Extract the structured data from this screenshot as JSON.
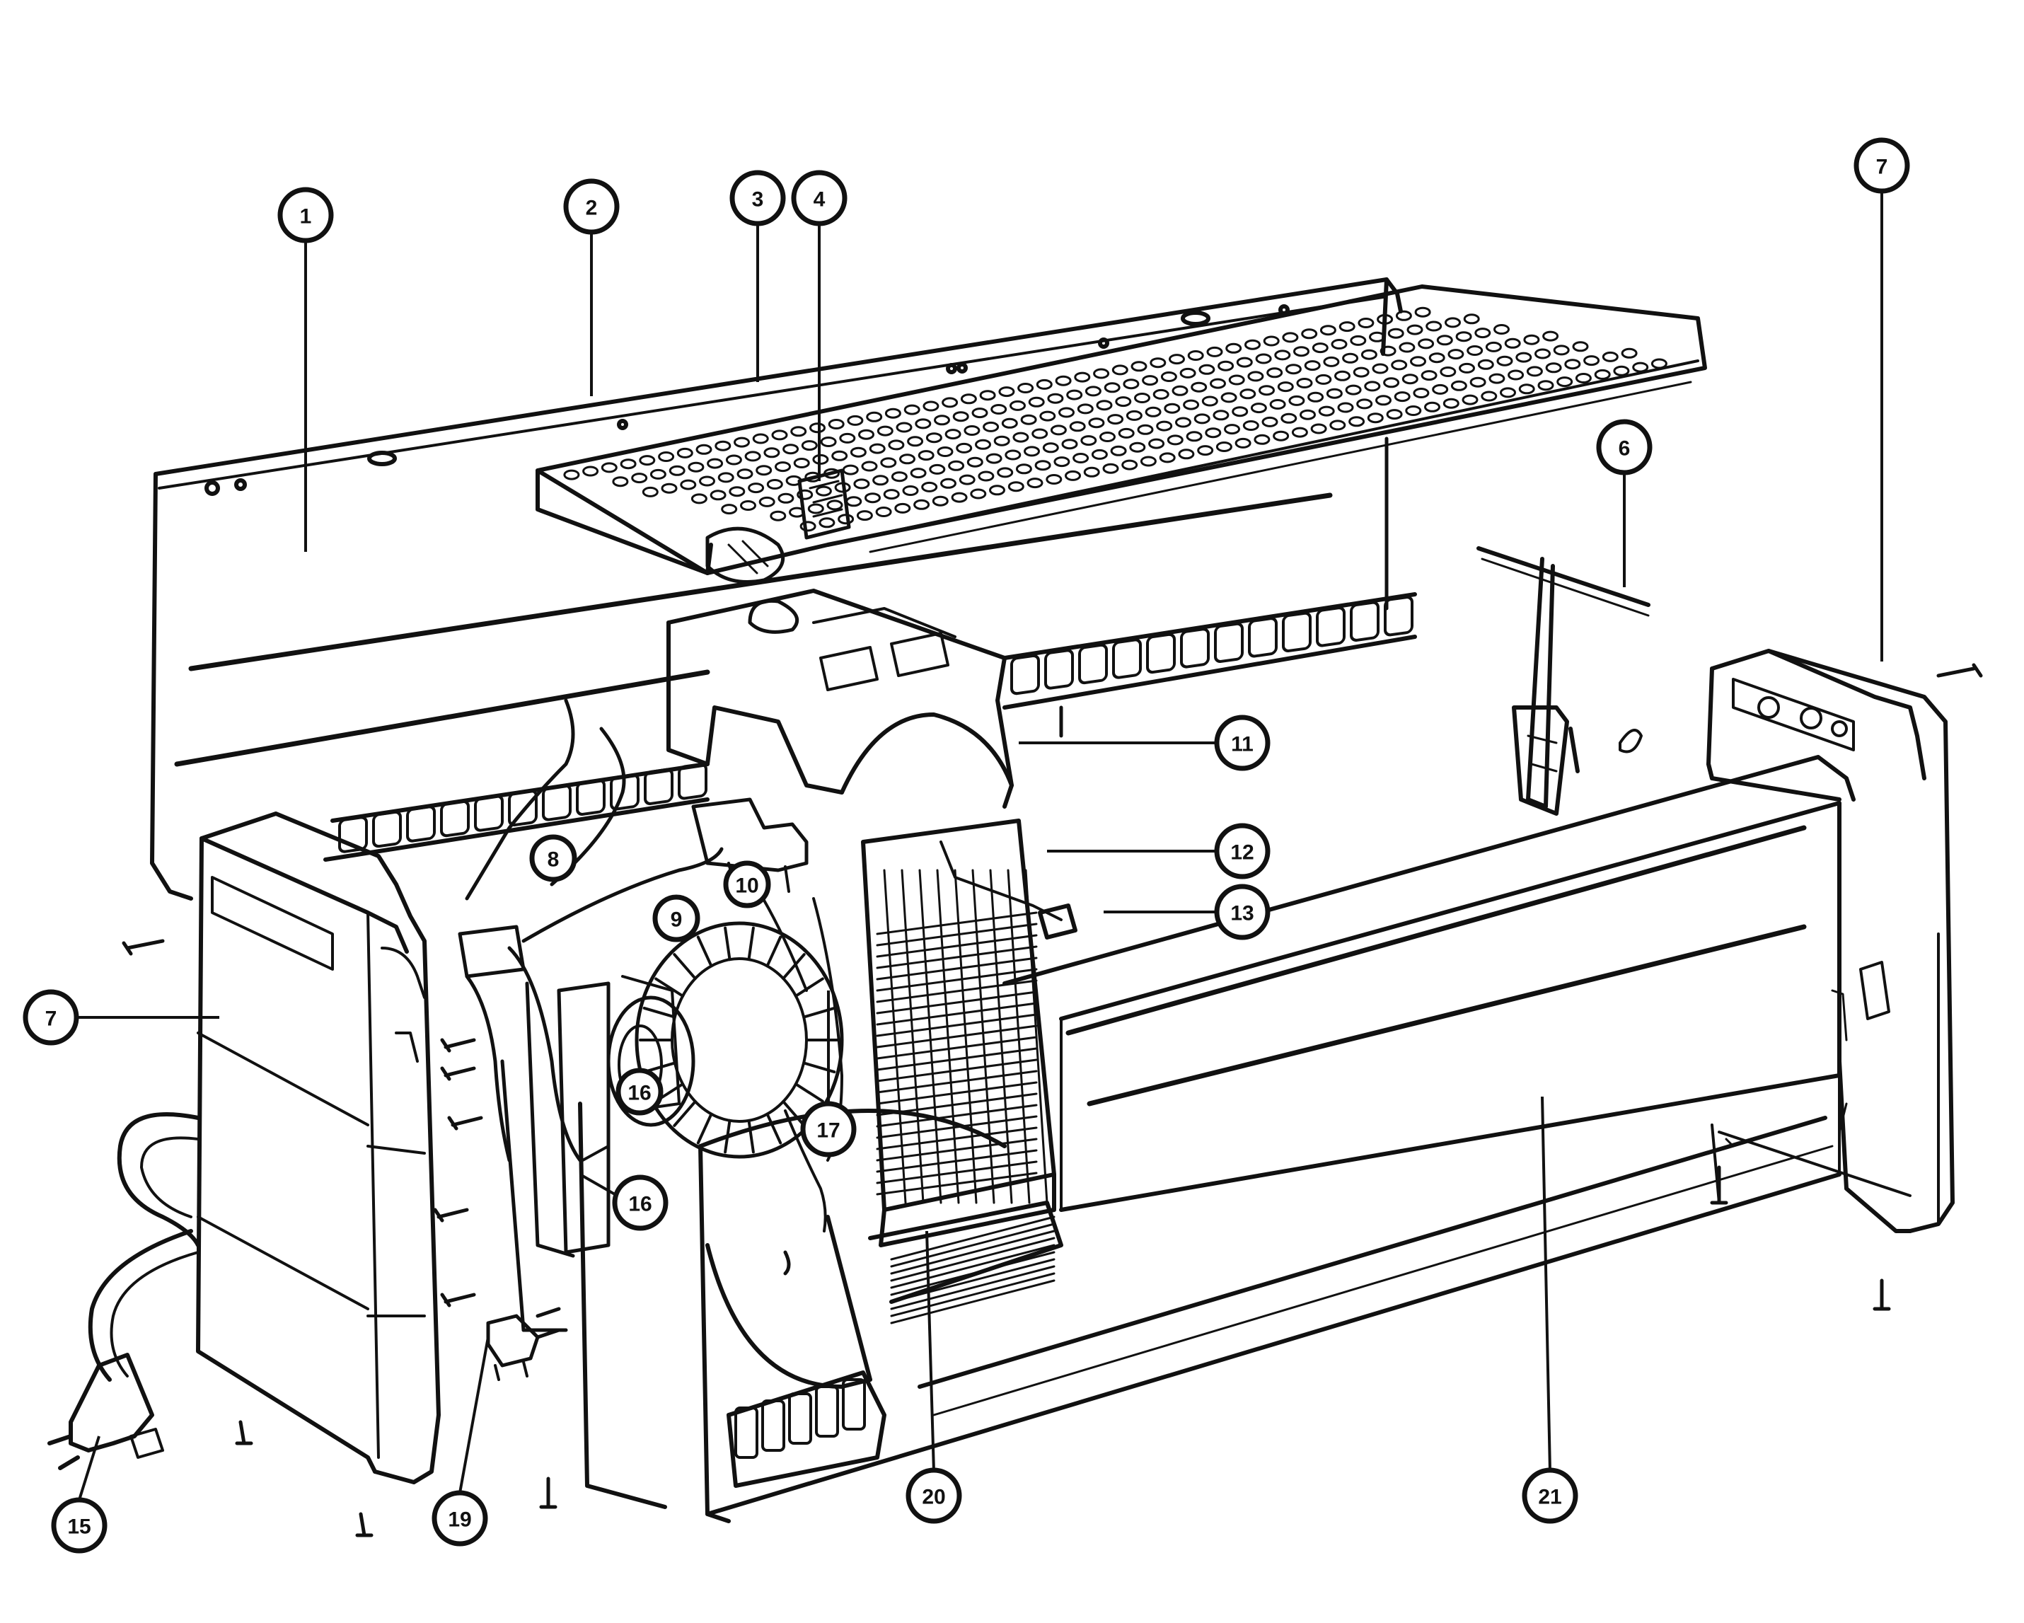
{
  "diagram": {
    "callouts": [
      {
        "id": "c1",
        "label": "1"
      },
      {
        "id": "c2",
        "label": "2"
      },
      {
        "id": "c3",
        "label": "3"
      },
      {
        "id": "c4",
        "label": "4"
      },
      {
        "id": "c6",
        "label": "6"
      },
      {
        "id": "c7a",
        "label": "7"
      },
      {
        "id": "c7b",
        "label": "7"
      },
      {
        "id": "c8",
        "label": "8"
      },
      {
        "id": "c9",
        "label": "9"
      },
      {
        "id": "c10",
        "label": "10"
      },
      {
        "id": "c11",
        "label": "11"
      },
      {
        "id": "c12",
        "label": "12"
      },
      {
        "id": "c13",
        "label": "13"
      },
      {
        "id": "c15",
        "label": "15"
      },
      {
        "id": "c16a",
        "label": "16"
      },
      {
        "id": "c16b",
        "label": "16"
      },
      {
        "id": "c17",
        "label": "17"
      },
      {
        "id": "c19",
        "label": "19"
      },
      {
        "id": "c20",
        "label": "20"
      },
      {
        "id": "c21",
        "label": "21"
      }
    ]
  }
}
